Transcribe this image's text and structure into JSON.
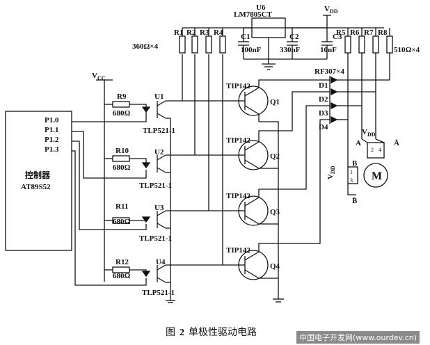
{
  "controller": {
    "label": "控制器",
    "chip": "AT89S52",
    "pins": [
      "P1.0",
      "P1.1",
      "P1.2",
      "P1.3"
    ]
  },
  "supply": {
    "vcc": "V",
    "vcc_sub": "CC",
    "vdd": "V",
    "vdd_sub": "DD"
  },
  "regulator": {
    "ref": "U6",
    "part": "LM7805CT"
  },
  "capacitors": [
    {
      "ref": "C1",
      "value": "100nF"
    },
    {
      "ref": "C2",
      "value": "330nF"
    },
    {
      "ref": "C3",
      "value": "10nF"
    }
  ],
  "resistor_arrays": {
    "left_refs": [
      "R1",
      "R2",
      "R3",
      "R4"
    ],
    "left_value": "360Ω×4",
    "right_refs": [
      "R5",
      "R6",
      "R7",
      "R8"
    ],
    "right_value": "510Ω×4"
  },
  "diode_array": {
    "part": "RF307×4",
    "refs": [
      "D1",
      "D2",
      "D3",
      "D4"
    ]
  },
  "input_resistors": [
    {
      "ref": "R9",
      "value": "680Ω"
    },
    {
      "ref": "R10",
      "value": "680Ω"
    },
    {
      "ref": "R11",
      "value": "680Ω"
    },
    {
      "ref": "R12",
      "value": "680Ω"
    }
  ],
  "optocouplers": [
    {
      "ref": "U1",
      "part": "TLP521-1"
    },
    {
      "ref": "U2",
      "part": "TLP521-1"
    },
    {
      "ref": "U3",
      "part": "TLP521-1"
    },
    {
      "ref": "U4",
      "part": "TLP521-1"
    }
  ],
  "transistors": [
    {
      "ref": "Q1",
      "part": "TIP142"
    },
    {
      "ref": "Q2",
      "part": "TIP142"
    },
    {
      "ref": "Q3",
      "part": "TIP142"
    },
    {
      "ref": "Q4",
      "part": "TIP142"
    }
  ],
  "motor": {
    "symbol": "M",
    "phase_a": "A",
    "phase_a_bar": "Ā",
    "phase_b": "B",
    "phase_b_bar": "B̄",
    "pins": [
      "2",
      "4",
      "1",
      "3"
    ]
  },
  "caption": {
    "prefix": "图",
    "number": "2",
    "title": "单极性驱动电路"
  },
  "watermark": "中国电子开发网(www.ourdev.cn)"
}
